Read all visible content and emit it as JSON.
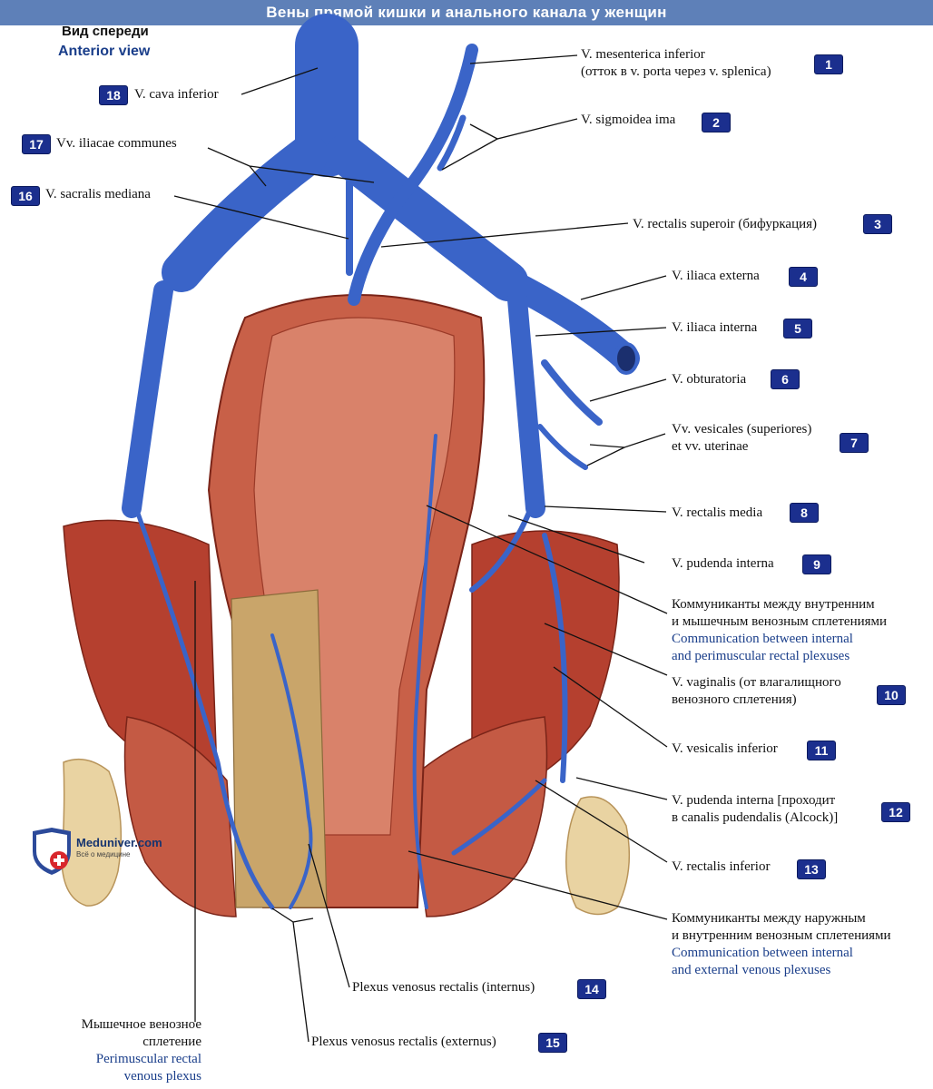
{
  "title": "Вены прямой кишки и анального канала у женщин",
  "view": {
    "ru": "Вид спереди",
    "en": "Anterior view"
  },
  "watermark": {
    "brand": "Meduniver.com",
    "tagline": "Всё о медицине"
  },
  "colors": {
    "vein": "#3a64c8",
    "muscle": "#b5402f",
    "mucosa": "#c86048",
    "bone": "#e9d3a2",
    "badge": "#1b2f8e",
    "title_bar": "#5e80b8"
  },
  "labels": [
    {
      "num": "1",
      "lines": [
        "V. mesenterica inferior",
        "(отток в v. porta через v. splenica)"
      ]
    },
    {
      "num": "2",
      "lines": [
        "V. sigmoidea ima"
      ]
    },
    {
      "num": "3",
      "lines": [
        "V. rectalis superoir (бифуркация)"
      ]
    },
    {
      "num": "4",
      "lines": [
        "V. iliaca externa"
      ]
    },
    {
      "num": "5",
      "lines": [
        "V. iliaca interna"
      ]
    },
    {
      "num": "6",
      "lines": [
        "V. obturatoria"
      ]
    },
    {
      "num": "7",
      "lines": [
        "Vv. vesicales (superiores)",
        "et vv. uterinae"
      ]
    },
    {
      "num": "8",
      "lines": [
        "V. rectalis media"
      ]
    },
    {
      "num": "9",
      "lines": [
        "V. pudenda interna"
      ]
    },
    {
      "num": "",
      "lines": [
        "Коммуниканты между внутренним",
        "и мышечным венозным сплетениями"
      ],
      "en": [
        "Communication between internal",
        "and perimuscular rectal plexuses"
      ]
    },
    {
      "num": "10",
      "lines": [
        "V. vaginalis (от влагалищного",
        "венозного сплетения)"
      ]
    },
    {
      "num": "11",
      "lines": [
        "V. vesicalis inferior"
      ]
    },
    {
      "num": "12",
      "lines": [
        "V. pudenda interna [проходит",
        "в canalis pudendalis (Alcock)]"
      ]
    },
    {
      "num": "13",
      "lines": [
        "V. rectalis inferior"
      ]
    },
    {
      "num": "",
      "lines": [
        "Коммуниканты между наружным",
        "и внутренним венозным сплетениями"
      ],
      "en": [
        "Communication between internal",
        "and external venous plexuses"
      ]
    },
    {
      "num": "14",
      "lines": [
        "Plexus venosus rectalis (internus)"
      ]
    },
    {
      "num": "15",
      "lines": [
        "Plexus venosus rectalis (externus)"
      ]
    },
    {
      "num": "16",
      "lines": [
        "V. sacralis mediana"
      ]
    },
    {
      "num": "17",
      "lines": [
        "Vv. iliacae communes"
      ]
    },
    {
      "num": "18",
      "lines": [
        "V. cava inferior"
      ]
    },
    {
      "num": "",
      "lines": [
        "Мышечное венозное",
        "сплетение"
      ],
      "en": [
        "Perimuscular rectal",
        "venous plexus"
      ]
    }
  ]
}
